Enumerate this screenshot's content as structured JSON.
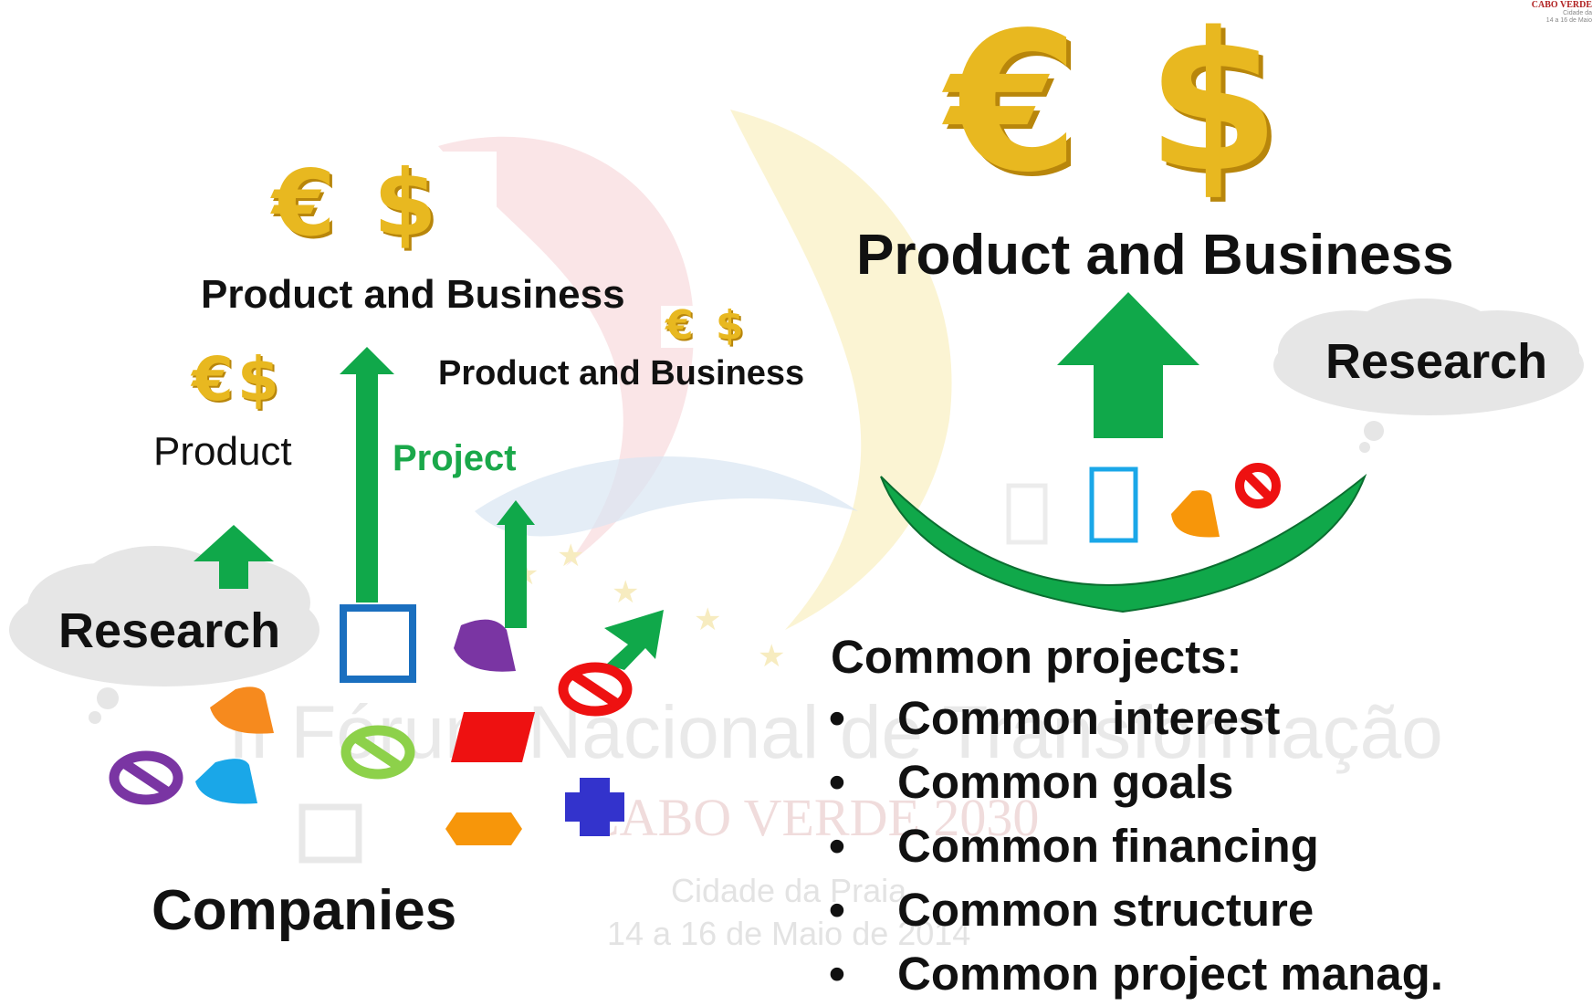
{
  "labels": {
    "pb_large": "Product and Business",
    "pb_left": "Product and Business",
    "pb_mid": "Product and Business",
    "product": "Product",
    "project": "Project",
    "research_left": "Research",
    "research_right": "Research",
    "companies": "Companies"
  },
  "common": {
    "heading": "Common projects:",
    "items": [
      "Common interest",
      "Common goals",
      "Common financing",
      "Common structure",
      "Common project manag."
    ]
  },
  "watermark": {
    "line1": "II Fórum Nacional de Transformação",
    "line2": "CABO VERDE 2030",
    "line3": "Cidade da Praia",
    "line4": "14 a 16 de Maio de 2014"
  },
  "logo": {
    "title": "CABO VERDE",
    "line2": "Cidade da",
    "line3": "14 a 16 de Maio"
  },
  "currency": {
    "euro": "€",
    "dollar": "$"
  },
  "colors": {
    "green": "#10a84a",
    "project_text": "#1aa84a",
    "gold": "#e8b820",
    "blue": "#1a6fbf",
    "cyan": "#1aa7e8",
    "orange": "#f68a1e",
    "purple": "#7a35a3",
    "red": "#ee1111",
    "lime": "#8dd14a",
    "navy": "#3333cc",
    "cloud": "#e8e8e8"
  }
}
